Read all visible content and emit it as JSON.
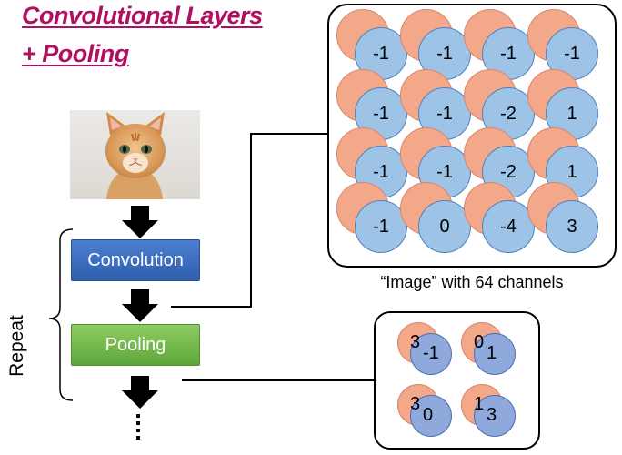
{
  "title": {
    "line1": "Convolutional Layers",
    "line2": "+ Pooling"
  },
  "image": {
    "subject": "kitten photo"
  },
  "blocks": {
    "convolution": "Convolution",
    "pooling": "Pooling"
  },
  "repeat_label": "Repeat",
  "big_panel": {
    "caption": "“Image” with 64 channels",
    "rows": [
      [
        "-1",
        "-1",
        "-1",
        "-1"
      ],
      [
        "-1",
        "-1",
        "-2",
        "1"
      ],
      [
        "-1",
        "-1",
        "-2",
        "1"
      ],
      [
        "-1",
        "0",
        "-4",
        "3"
      ]
    ]
  },
  "small_panel": {
    "cells": [
      {
        "back": "3",
        "front": "-1"
      },
      {
        "back": "0",
        "front": "1"
      },
      {
        "back": "3",
        "front": "0"
      },
      {
        "back": "1",
        "front": "3"
      }
    ]
  },
  "colors": {
    "title": "#b0105f",
    "convolution": "#3a6cc0",
    "pooling": "#6cb346",
    "orange_channel": "#f3a889",
    "blue_channel": "#9dc3e6"
  }
}
